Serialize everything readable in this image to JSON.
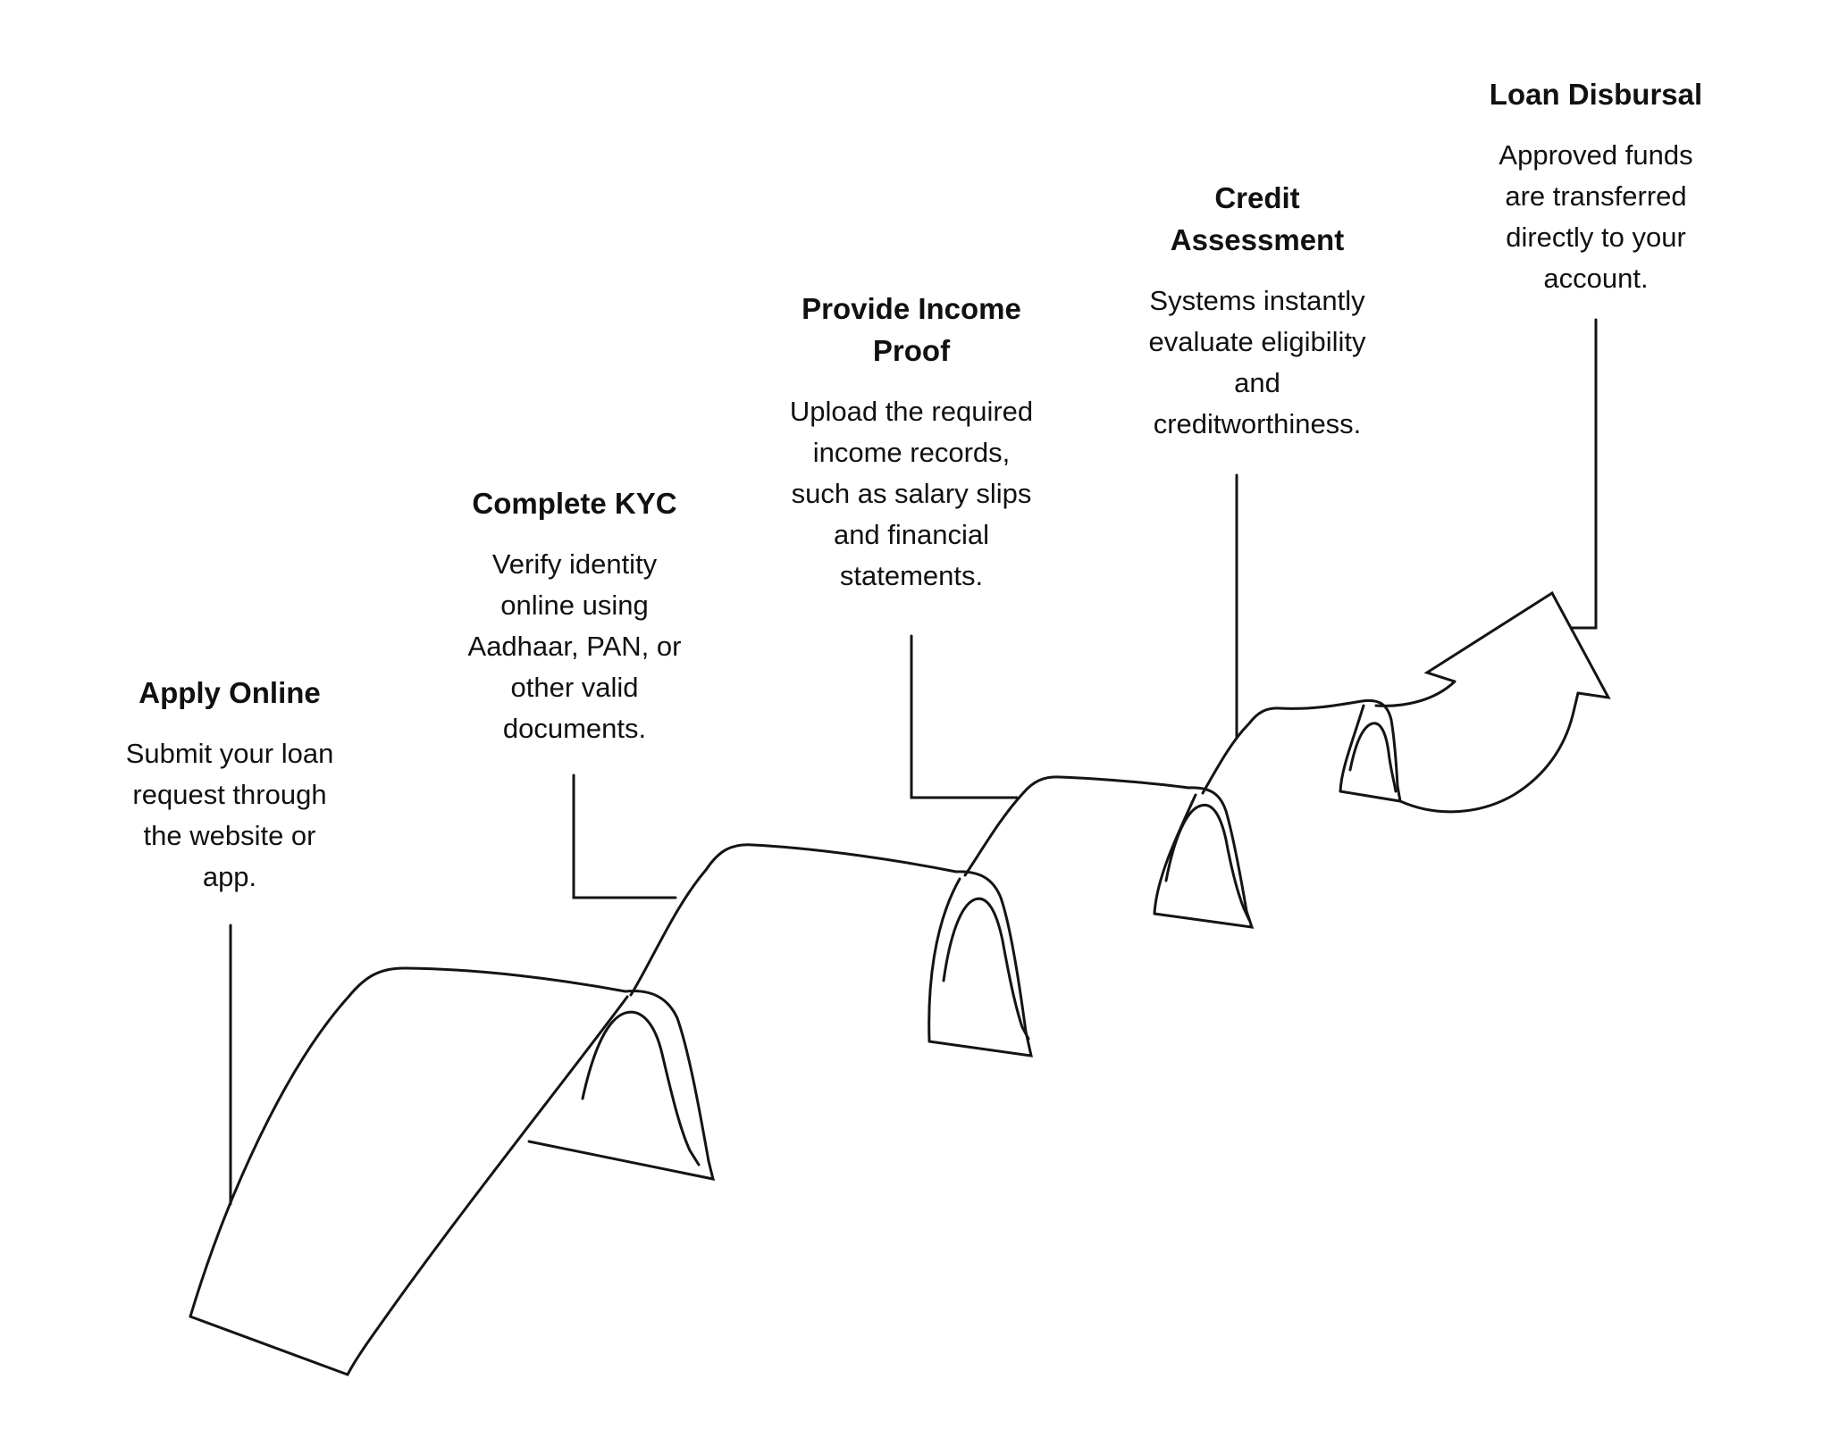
{
  "diagram": {
    "title_context": "Loan application process flow",
    "type": "process-flow-ribbon",
    "background_color": "#ffffff",
    "line_color": "#141414",
    "text_color": "#111111",
    "steps": [
      {
        "title": "Apply Online",
        "description": "Submit your loan\nrequest through\nthe website or\napp."
      },
      {
        "title": "Complete KYC",
        "description": "Verify identity\nonline using\nAadhaar, PAN, or\nother valid\ndocuments."
      },
      {
        "title": "Provide Income\nProof",
        "description": "Upload the required\nincome records,\nsuch as salary slips\nand financial\nstatements."
      },
      {
        "title": "Credit\nAssessment",
        "description": "Systems instantly\nevaluate eligibility\nand\ncreditworthiness."
      },
      {
        "title": "Loan Disbursal",
        "description": "Approved funds\nare transferred\ndirectly to your\naccount."
      }
    ]
  }
}
